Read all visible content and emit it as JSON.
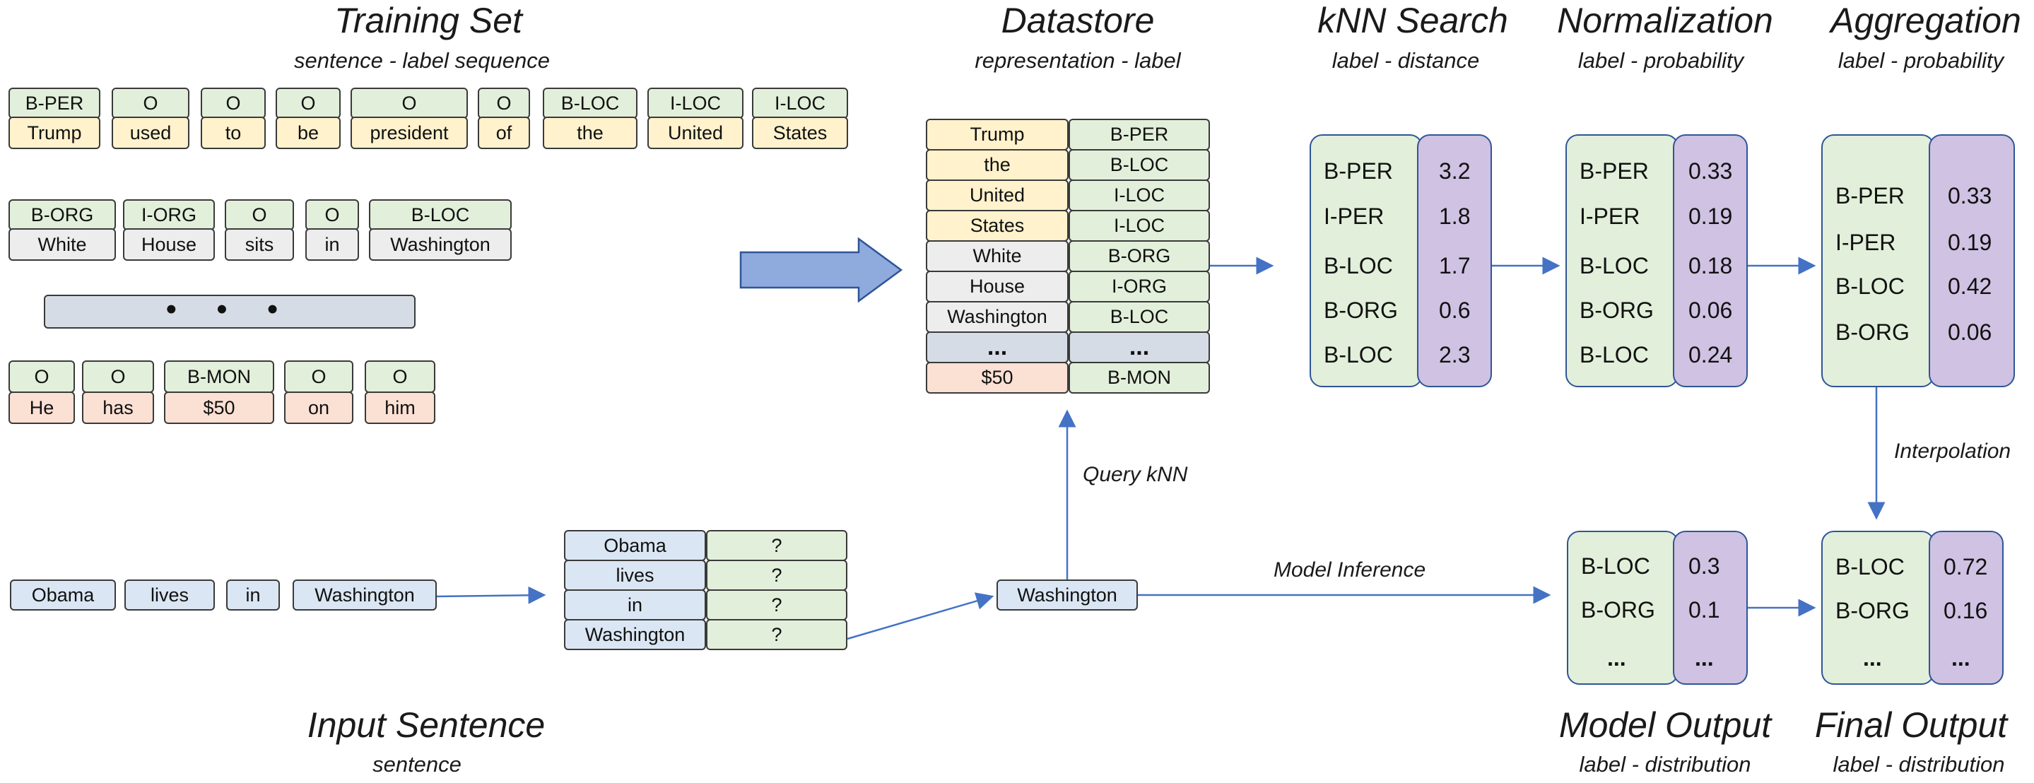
{
  "sections": {
    "training": {
      "title": "Training Set",
      "subtitle": "sentence - label sequence"
    },
    "datastore": {
      "title": "Datastore",
      "subtitle": "representation - label"
    },
    "knn": {
      "title": "kNN Search",
      "subtitle": "label - distance"
    },
    "normalization": {
      "title": "Normalization",
      "subtitle": "label - probability"
    },
    "aggregation": {
      "title": "Aggregation",
      "subtitle": "label - probability"
    },
    "input": {
      "title": "Input Sentence",
      "subtitle": "sentence"
    },
    "model_output": {
      "title": "Model Output",
      "subtitle": "label - distribution"
    },
    "final_output": {
      "title": "Final Output",
      "subtitle": "label - distribution"
    }
  },
  "training_rows": [
    {
      "color": "yellow",
      "tokens": [
        {
          "label": "B-PER",
          "word": "Trump"
        },
        {
          "label": "O",
          "word": "used"
        },
        {
          "label": "O",
          "word": "to"
        },
        {
          "label": "O",
          "word": "be"
        },
        {
          "label": "O",
          "word": "president"
        },
        {
          "label": "O",
          "word": "of"
        },
        {
          "label": "B-LOC",
          "word": "the"
        },
        {
          "label": "I-LOC",
          "word": "United"
        },
        {
          "label": "I-LOC",
          "word": "States"
        }
      ]
    },
    {
      "color": "gray",
      "tokens": [
        {
          "label": "B-ORG",
          "word": "White"
        },
        {
          "label": "I-ORG",
          "word": "House"
        },
        {
          "label": "O",
          "word": "sits"
        },
        {
          "label": "O",
          "word": "in"
        },
        {
          "label": "B-LOC",
          "word": "Washington"
        }
      ]
    },
    {
      "color": "peach",
      "tokens": [
        {
          "label": "O",
          "word": "He"
        },
        {
          "label": "O",
          "word": "has"
        },
        {
          "label": "B-MON",
          "word": "$50"
        },
        {
          "label": "O",
          "word": "on"
        },
        {
          "label": "O",
          "word": "him"
        }
      ]
    }
  ],
  "training_ellipsis": "• • •",
  "datastore_rows": [
    {
      "rep": "Trump",
      "label": "B-PER",
      "color": "yellow"
    },
    {
      "rep": "the",
      "label": "B-LOC",
      "color": "yellow"
    },
    {
      "rep": "United",
      "label": "I-LOC",
      "color": "yellow"
    },
    {
      "rep": "States",
      "label": "I-LOC",
      "color": "yellow"
    },
    {
      "rep": "White",
      "label": "B-ORG",
      "color": "gray"
    },
    {
      "rep": "House",
      "label": "I-ORG",
      "color": "gray"
    },
    {
      "rep": "Washington",
      "label": "B-LOC",
      "color": "gray"
    },
    {
      "rep": "...",
      "label": "...",
      "color": "dots"
    },
    {
      "rep": "$50",
      "label": "B-MON",
      "color": "peach"
    }
  ],
  "knn_search": [
    {
      "label": "B-PER",
      "value": "3.2"
    },
    {
      "label": "I-PER",
      "value": "1.8"
    },
    {
      "label": "B-LOC",
      "value": "1.7"
    },
    {
      "label": "B-ORG",
      "value": "0.6"
    },
    {
      "label": "B-LOC",
      "value": "2.3"
    }
  ],
  "normalization": [
    {
      "label": "B-PER",
      "value": "0.33"
    },
    {
      "label": "I-PER",
      "value": "0.19"
    },
    {
      "label": "B-LOC",
      "value": "0.18"
    },
    {
      "label": "B-ORG",
      "value": "0.06"
    },
    {
      "label": "B-LOC",
      "value": "0.24"
    }
  ],
  "aggregation": [
    {
      "label": "B-PER",
      "value": "0.33"
    },
    {
      "label": "I-PER",
      "value": "0.19"
    },
    {
      "label": "B-LOC",
      "value": "0.42"
    },
    {
      "label": "B-ORG",
      "value": "0.06"
    }
  ],
  "model_output": [
    {
      "label": "B-LOC",
      "value": "0.3"
    },
    {
      "label": "B-ORG",
      "value": "0.1"
    },
    {
      "label": "...",
      "value": "..."
    }
  ],
  "final_output": [
    {
      "label": "B-LOC",
      "value": "0.72"
    },
    {
      "label": "B-ORG",
      "value": "0.16"
    },
    {
      "label": "...",
      "value": "..."
    }
  ],
  "input_tokens": [
    "Obama",
    "lives",
    "in",
    "Washington"
  ],
  "query_rows": [
    {
      "rep": "Obama",
      "label": "?"
    },
    {
      "rep": "lives",
      "label": "?"
    },
    {
      "rep": "in",
      "label": "?"
    },
    {
      "rep": "Washington",
      "label": "?"
    }
  ],
  "query_token": "Washington",
  "edge_labels": {
    "query": "Query kNN",
    "inference": "Model Inference",
    "interpolation": "Interpolation"
  },
  "colors": {
    "arrow": "#4472c4",
    "big_arrow": "#8faadc",
    "panel_border": "#2f5597"
  }
}
